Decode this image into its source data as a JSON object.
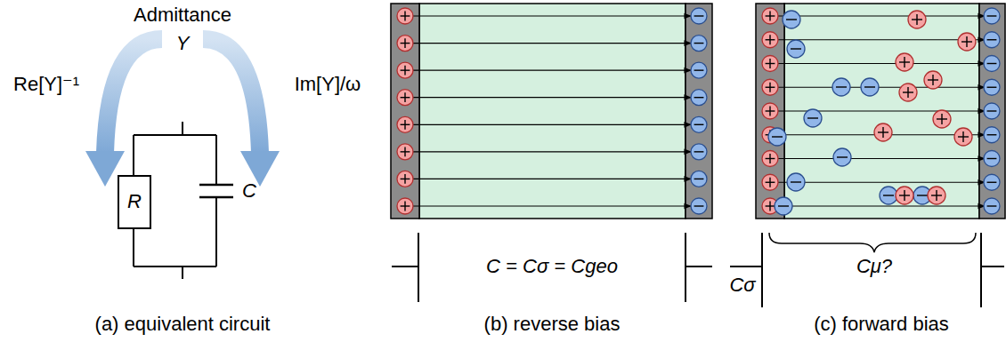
{
  "diagram": {
    "nodes": [
      {
        "text": [
          "R"
        ]
      }
    ],
    "labels": [
      "Admittance",
      "Y",
      "Re[Y]⁻¹",
      "Im[Y]/ω",
      "C",
      "(a) equivalent circuit",
      "C = Cσ = Cgeo",
      "(b) reverse bias",
      "Cμ?",
      "Cσ",
      "(c) forward bias"
    ]
  }
}
